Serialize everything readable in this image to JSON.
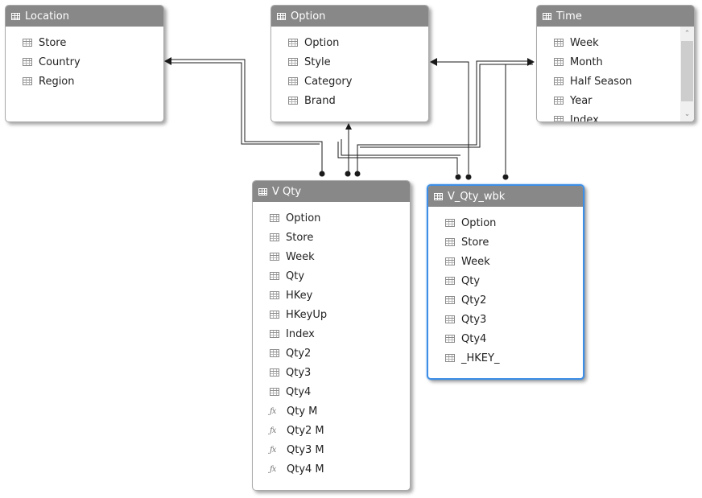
{
  "tables": {
    "location": {
      "title": "Location",
      "fields": [
        "Store",
        "Country",
        "Region"
      ]
    },
    "option": {
      "title": "Option",
      "fields": [
        "Option",
        "Style",
        "Category",
        "Brand"
      ]
    },
    "time": {
      "title": "Time",
      "fields": [
        "Week",
        "Month",
        "Half Season",
        "Year",
        "Index"
      ]
    },
    "vqty": {
      "title": "V Qty",
      "fields": [
        "Option",
        "Store",
        "Week",
        "Qty",
        "HKey",
        "HKeyUp",
        "Index",
        "Qty2",
        "Qty3",
        "Qty4"
      ],
      "measures": [
        "Qty M",
        "Qty2 M",
        "Qty3 M",
        "Qty4 M"
      ]
    },
    "vqtywbk": {
      "title": "V_Qty_wbk",
      "fields": [
        "Option",
        "Store",
        "Week",
        "Qty",
        "Qty2",
        "Qty3",
        "Qty4",
        "_HKEY_"
      ]
    }
  },
  "icons": {
    "table": "table-icon",
    "column": "column-icon",
    "measure": "measure-icon"
  },
  "colors": {
    "header": "#888888",
    "selected_border": "#3c8ee6",
    "line": "#1a1a1a"
  }
}
